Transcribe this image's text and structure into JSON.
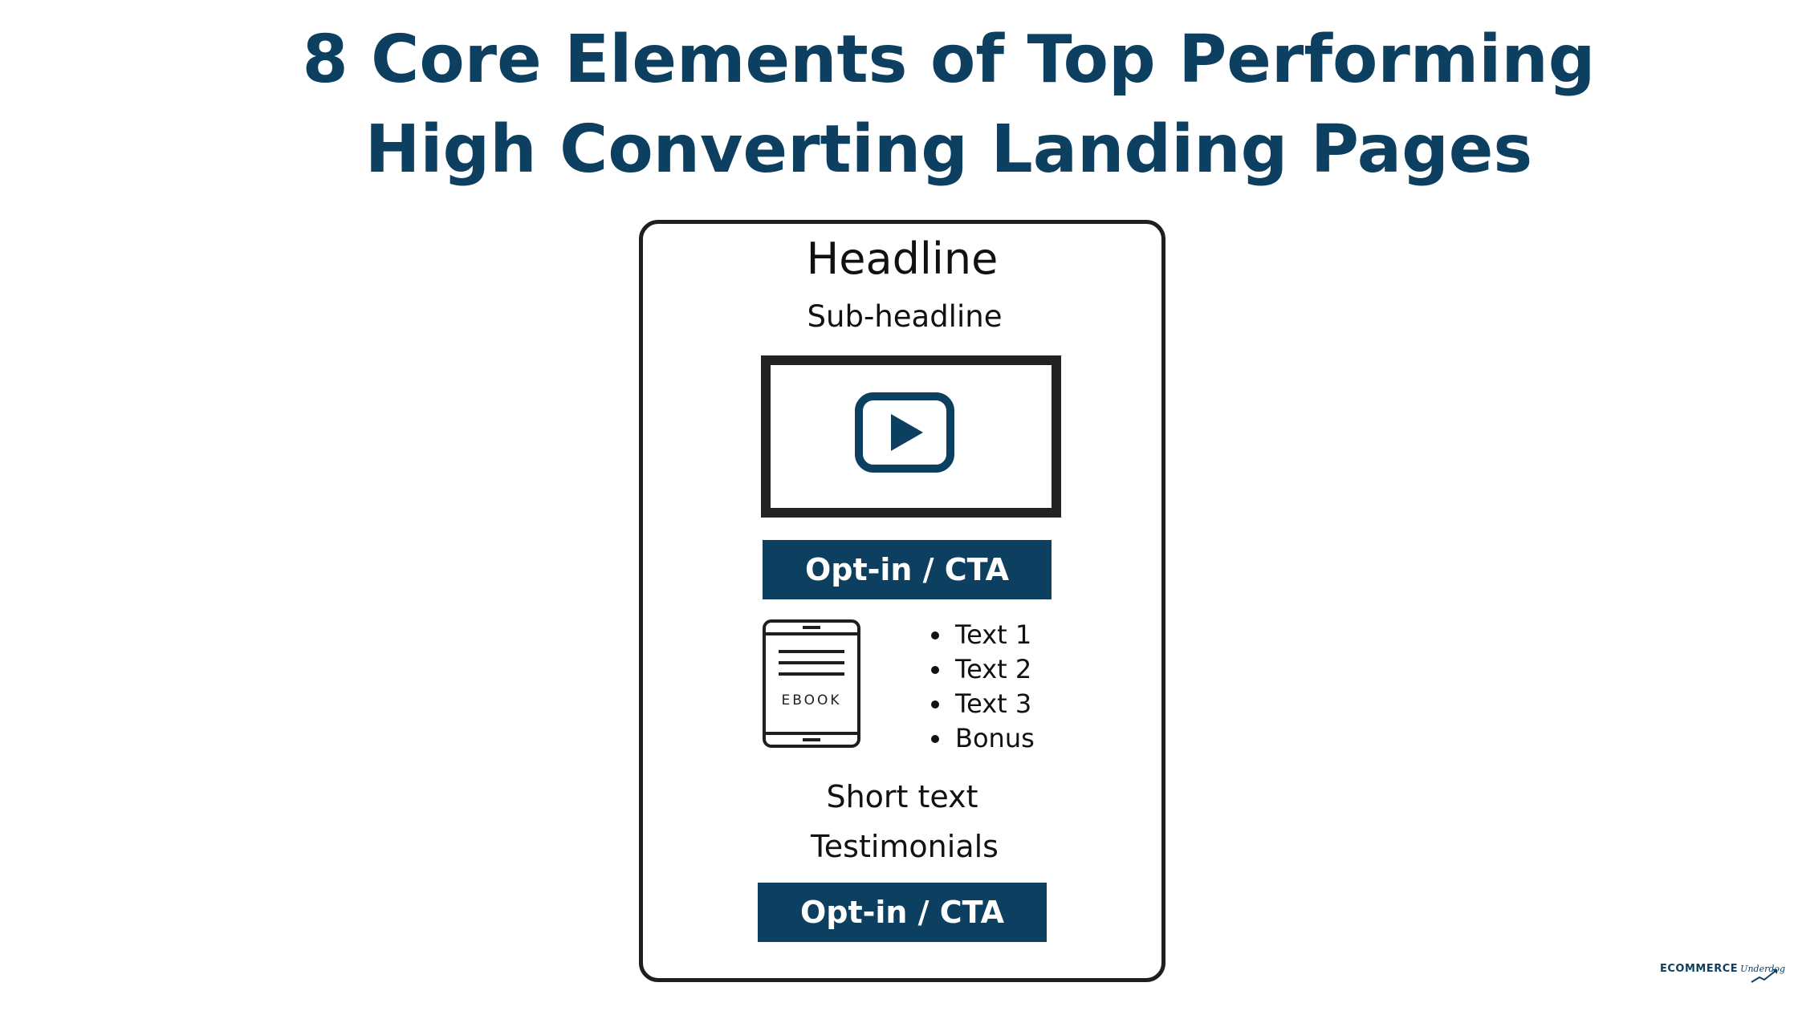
{
  "title": {
    "line1": "8 Core Elements of Top Performing",
    "line2": "High Converting Landing Pages"
  },
  "wireframe": {
    "headline": "Headline",
    "subheadline": "Sub-headline",
    "video_icon": "play-icon",
    "cta_top": "Opt-in / CTA",
    "ebook_label": "EBOOK",
    "bullets": [
      "Text 1",
      "Text 2",
      "Text 3",
      "Bonus"
    ],
    "short_text": "Short text",
    "testimonials": "Testimonials",
    "cta_bottom": "Opt-in / CTA"
  },
  "brand": {
    "main": "ECOMMERCE",
    "sub": "Underdog"
  },
  "colors": {
    "accent": "#0d3f60",
    "frame": "#1f1f1f",
    "text": "#111111",
    "background": "#ffffff"
  }
}
